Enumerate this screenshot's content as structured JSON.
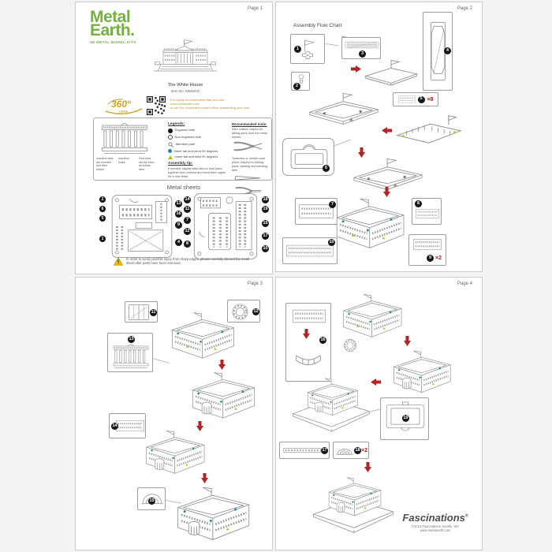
{
  "page1": {
    "page_label": "Page 1",
    "logo": {
      "line1": "Metal",
      "line2": "Earth.",
      "tagline": "3D METAL MODEL KITS"
    },
    "product": {
      "name": "The White House",
      "item": "Item No.  MMS032"
    },
    "badge": {
      "big": "360°",
      "small": "view"
    },
    "rec": {
      "l1": "It is highly recommended that you visit",
      "l2": "www.metalearth.com",
      "l3": "to see the completed model before assembling your own"
    },
    "legend": {
      "title": "Legends:",
      "items": [
        "Engraved side",
        "Non engraved side",
        "Attention part!",
        "Insert tab and bend 90 degrees",
        "Insert tab and twist 90 degrees"
      ],
      "tip_title": "Assembly tip:",
      "tip": "If needed, slightly twist tabs to hold parts together then unbend and bend them again for a nice finish"
    },
    "diagram": {
      "l1": "Insertion tabs are inserted and then folded",
      "l2": "Insertion holes",
      "l3": "Fold lines can be seen as shown here"
    },
    "tools": {
      "title": "Recommended tools:",
      "t1": "Wire cutters: helpful for taking parts from the metal sheets",
      "t2": "Tweezers or needle nose pliers: helpful for folding parts, twisting and bending tabs"
    },
    "sheets": {
      "title": "Metal sheets"
    },
    "callouts": {
      "a": [
        "2",
        "6",
        "5",
        "1"
      ],
      "b": [
        "13",
        "16",
        "9",
        "4"
      ],
      "c": [
        "14",
        "11",
        "7",
        "12",
        "8"
      ],
      "d": [
        "18",
        "19",
        "15",
        "17",
        "10"
      ]
    },
    "warning": "In order to avoid possible injury from sharp edges, please carefully discard the metal sheet after parts have been removed"
  },
  "page2": {
    "page_label": "Page 2",
    "title": "Assembly Flow Chart",
    "chips": [
      "1",
      "2",
      "3",
      "4",
      "5",
      "6",
      "7",
      "8",
      "9",
      "10"
    ],
    "x8": "×8",
    "x2": "×2"
  },
  "page3": {
    "page_label": "Page 3",
    "chips": [
      "11",
      "12",
      "13",
      "14",
      "15"
    ]
  },
  "page4": {
    "page_label": "Page 4",
    "chips": [
      "16",
      "17",
      "18",
      "19"
    ],
    "x2": "×2",
    "footer": {
      "brand": "Fascinations",
      "reg": "®",
      "copyright": "©2013 Fascinations Seattle, WA",
      "site": "www.metalearth.com"
    }
  }
}
